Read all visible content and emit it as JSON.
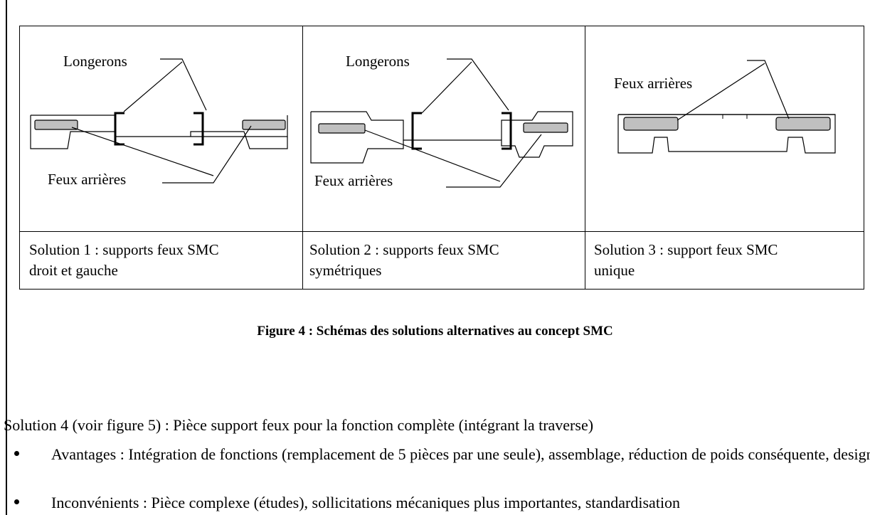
{
  "figure": {
    "cells": [
      {
        "label_top": "Longerons",
        "label_bottom": "Feux arrières",
        "caption_line1": "Solution 1 : supports feux SMC",
        "caption_line2": "droit et gauche"
      },
      {
        "label_top": "Longerons",
        "label_bottom": "Feux arrières",
        "caption_line1": "Solution 2 : supports feux SMC",
        "caption_line2": "symétriques"
      },
      {
        "label_top": "Feux arrières",
        "label_bottom": "",
        "caption_line1": "Solution 3 : support feux SMC",
        "caption_line2": "unique"
      }
    ],
    "caption": "Figure 4 : Schémas des solutions alternatives au concept SMC"
  },
  "body": {
    "paragraph": "Solution 4 (voir figure 5) : Pièce support feux pour la fonction complète (intégrant la traverse)",
    "bullets": [
      "Avantages : Intégration de fonctions (remplacement de 5 pièces par une seule), assemblage, réduction de poids conséquente, design",
      "Inconvénients : Pièce complexe (études), sollicitations mécaniques plus importantes, standardisation"
    ]
  },
  "colors": {
    "line": "#000000",
    "feu_fill": "#c0c0c0"
  }
}
